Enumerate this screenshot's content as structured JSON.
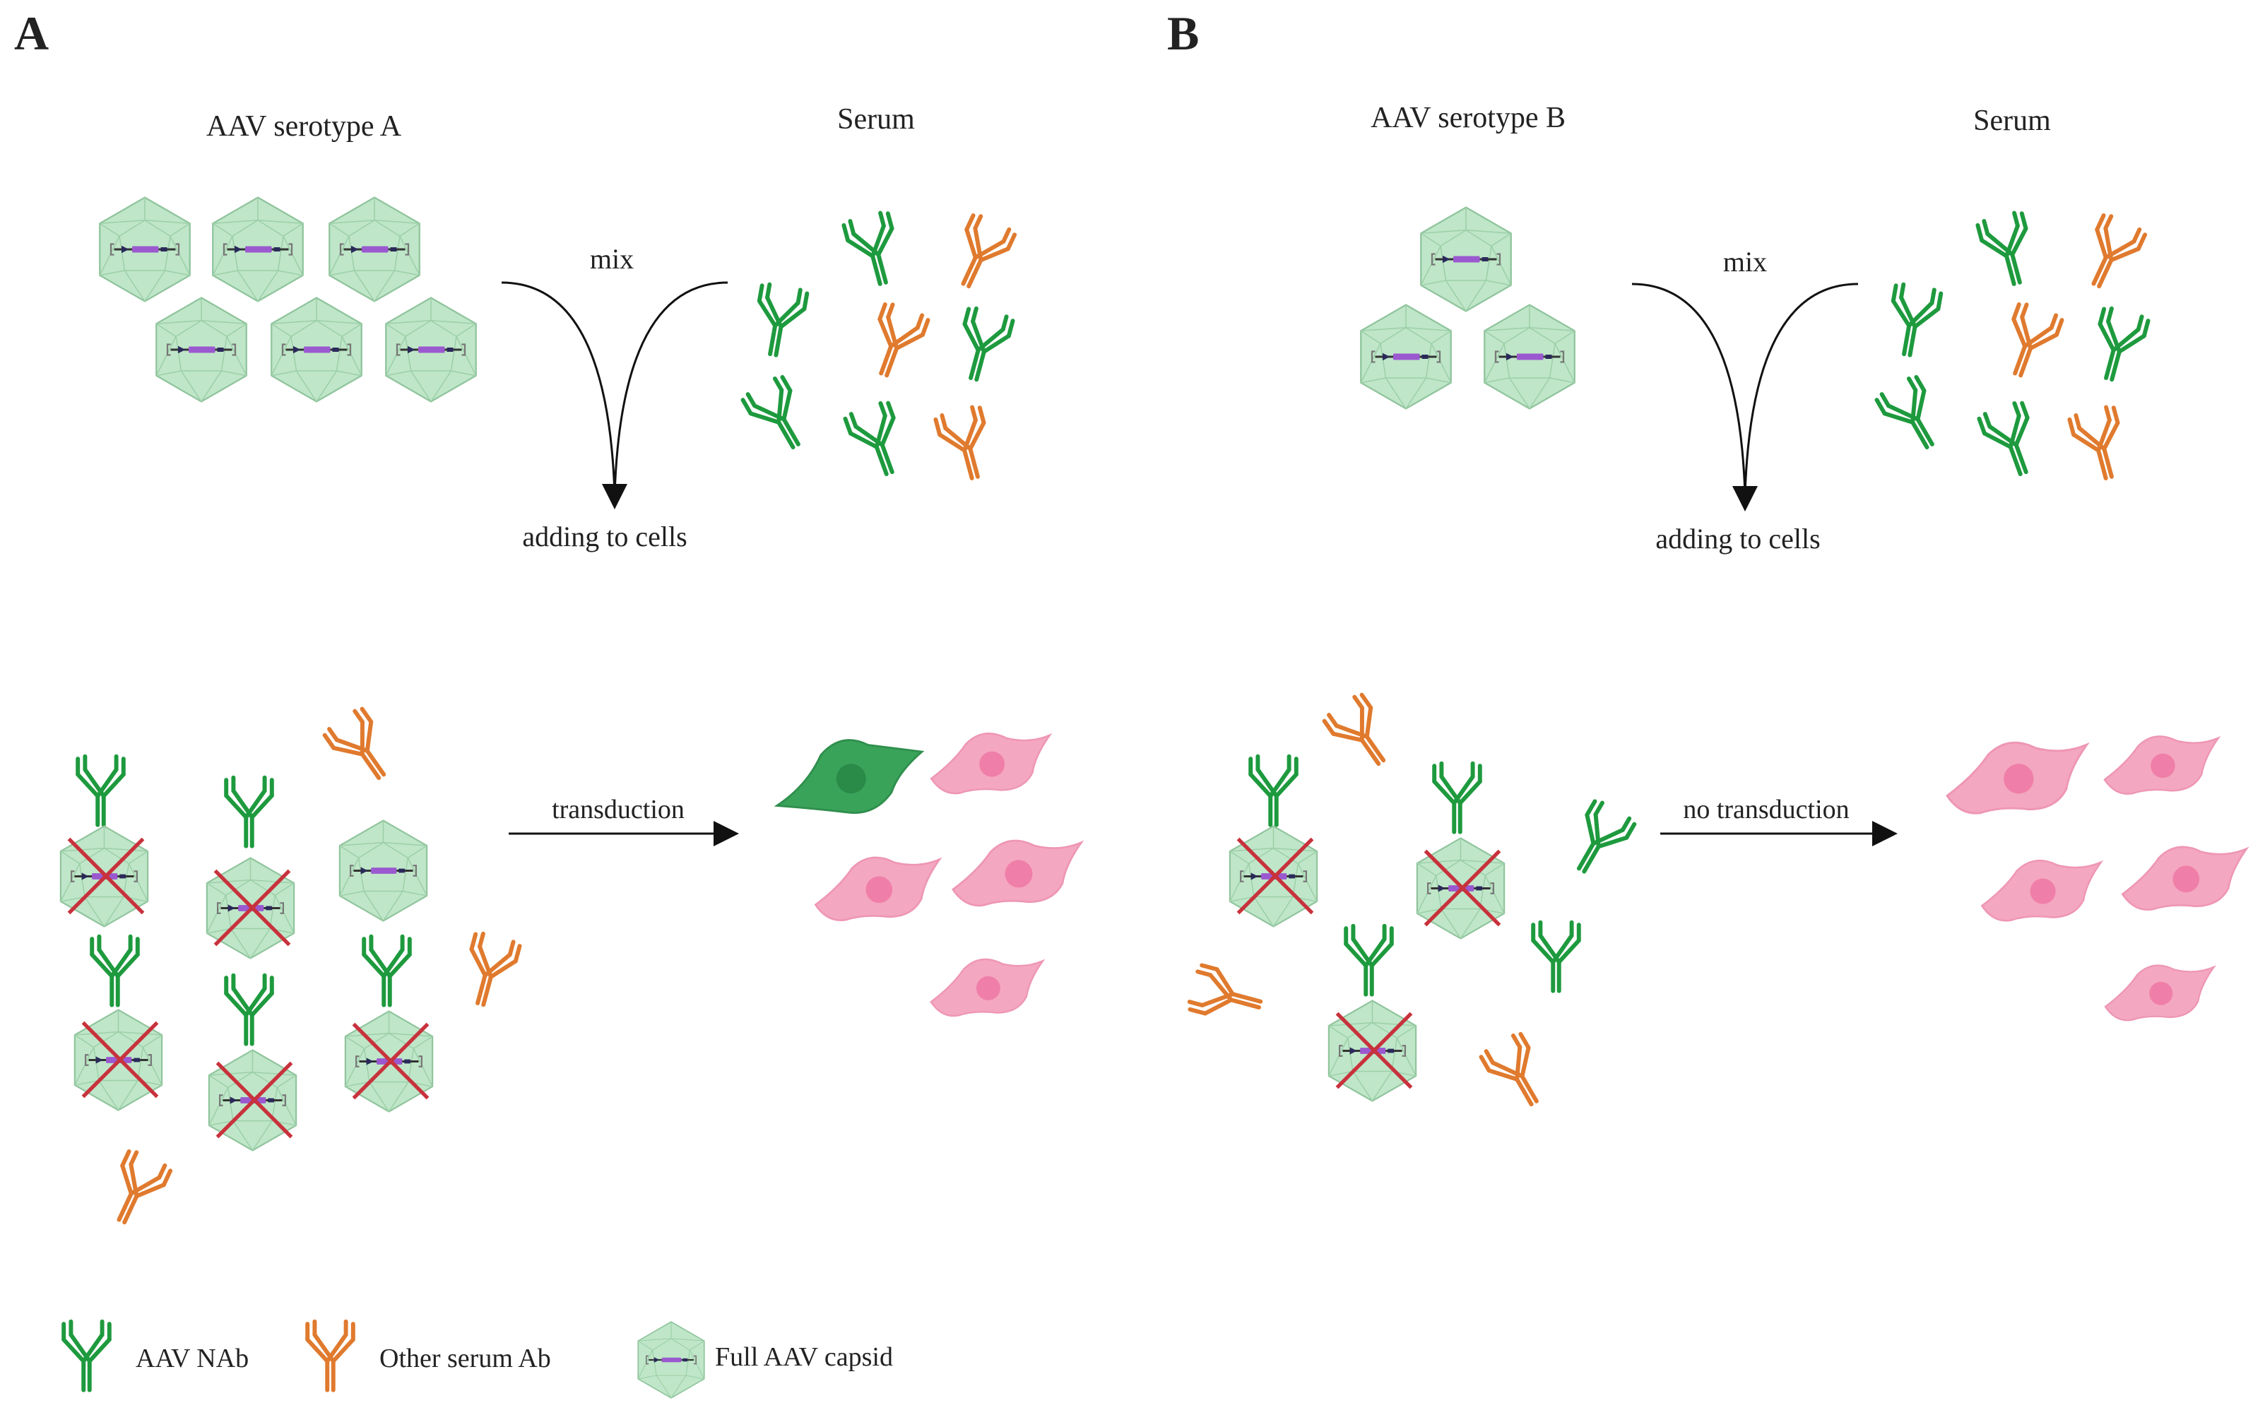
{
  "panels": {
    "a": {
      "letter": "A",
      "virus_label": "AAV serotype A",
      "serum_label": "Serum",
      "mix_label": "mix",
      "adding_label": "adding to cells",
      "result_label": "transduction"
    },
    "b": {
      "letter": "B",
      "virus_label": "AAV serotype B",
      "serum_label": "Serum",
      "mix_label": "mix",
      "adding_label": "adding to cells",
      "result_label": "no transduction"
    }
  },
  "legend": {
    "nab": "AAV NAb",
    "other": "Other serum Ab",
    "capsid": "Full AAV capsid"
  },
  "colors": {
    "nab": "#1e9a3e",
    "other": "#e07a2e",
    "capsid_fill": "#bfe6c8",
    "capsid_stroke": "#8fc49c",
    "genome": "#9b59d0",
    "cross": "#c8323c",
    "cell_pink": "#f4a7c0",
    "nucleus_pink": "#ef7fa8",
    "cell_green": "#3aa35a",
    "nucleus_green": "#2a8a48"
  },
  "icons": [
    "antibody-icon",
    "capsid-icon",
    "cell-icon",
    "arrow-icon",
    "cross-icon"
  ]
}
